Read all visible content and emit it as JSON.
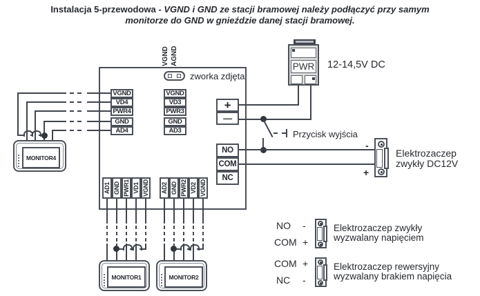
{
  "title": {
    "bold_prefix": "Instalacja 5-przewodowa - ",
    "italic_line1": "VGND i GND ze stacji bramowej należy podłączyć przy samym",
    "italic_line2": "monitorze do GND w gnieździe danej stacji bramowej."
  },
  "board": {
    "rotated_top_labels": [
      "VGND",
      "AGND"
    ],
    "jumper_label": "zworka zdjęta",
    "left_terminals": [
      "VGND",
      "VD4",
      "PWR4",
      "GND",
      "AD4"
    ],
    "middle_terminals": [
      "VGND",
      "VD3",
      "PWR3",
      "GND",
      "AD3"
    ],
    "power_terminals": {
      "plus": "+",
      "minus": "—"
    },
    "relay_terminals": [
      "NO",
      "COM",
      "NC"
    ],
    "bottom_group1": [
      "AD1",
      "GND",
      "PWR1",
      "VD1",
      "VGND"
    ],
    "bottom_group2": [
      "AD2",
      "GND",
      "PWR2",
      "VD2",
      "VGND"
    ]
  },
  "power_supply": {
    "label": "PWR",
    "voltage": "12-14,5V DC"
  },
  "exit_button": {
    "label": "Przycisk wyjścia"
  },
  "door_strike": {
    "minus": "-",
    "plus": "+",
    "name_line1": "Elektrozaczep",
    "name_line2": "zwykły DC12V"
  },
  "monitors": {
    "monitor4": "MONITOR4",
    "monitor1": "MONITOR1",
    "monitor2": "MONITOR2"
  },
  "legend": {
    "rows": [
      {
        "term_top": "NO",
        "sign_top": "-",
        "term_bottom": "COM",
        "sign_bottom": "+",
        "desc_line1": "Elektrozaczep zwykły",
        "desc_line2": "wyzwalany napięciem"
      },
      {
        "term_top": "COM",
        "sign_top": "+",
        "term_bottom": "NC",
        "sign_bottom": "-",
        "desc_line1": "Elektrozaczep rewersyjny",
        "desc_line2": "wyzwalany brakiem napięcia"
      }
    ]
  },
  "colors": {
    "line": "#3f444c",
    "text": "#26292e"
  }
}
